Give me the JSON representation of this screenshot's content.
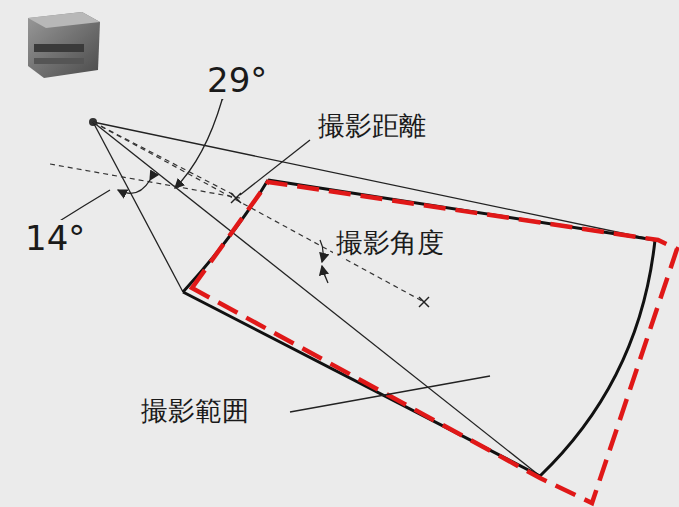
{
  "diagram": {
    "labels": [
      "29°",
      "撮影距離",
      "撮影角度",
      "14°",
      "撮影範囲"
    ]
  }
}
